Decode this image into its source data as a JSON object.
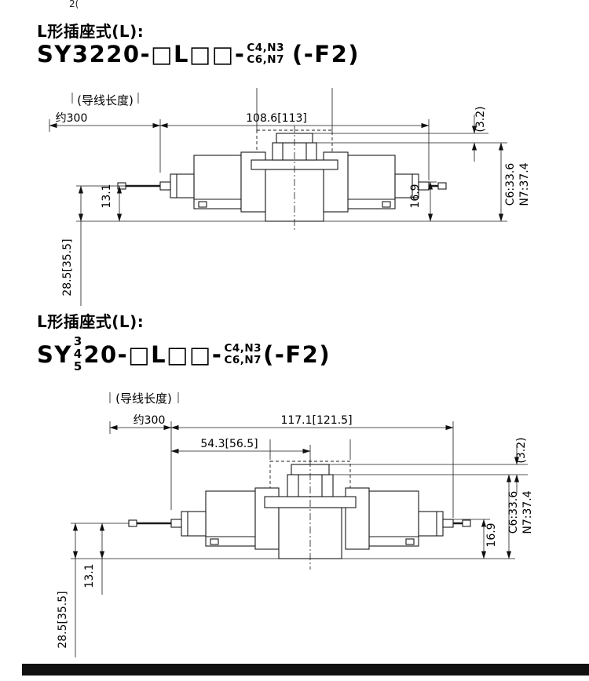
{
  "page": {
    "top_fragment": "2(",
    "background": "#ffffff",
    "footer_bar_color": "#111111"
  },
  "section1": {
    "heading": "L形插座式(L):",
    "model": {
      "prefix": "SY3220-□L□□-",
      "port_stack_top": "C4,N3",
      "port_stack_bottom": "C6,N7",
      "suffix": "(-F2)"
    },
    "drawing": {
      "lead_label": "(导线长度)",
      "lead_dim": "约300",
      "width_dim": "108.6[113]",
      "plate_dim": "(3.2)",
      "height_right_dim": "16.9",
      "fitting_c6_dim": "C6:33.6",
      "fitting_n7_dim": "N7:37.4",
      "height_left_dim": "13.1",
      "base_height_dim": "28.5[35.5]"
    }
  },
  "section2": {
    "heading": "L形插座式(L):",
    "model": {
      "prefix": "SY",
      "series_stack": [
        "3",
        "4",
        "5"
      ],
      "mid": "20-□L□□-",
      "port_stack_top": "C4,N3",
      "port_stack_bottom": "C6,N7",
      "suffix": "(-F2)"
    },
    "drawing": {
      "lead_label": "(导线长度)",
      "lead_dim": "约300",
      "width_dim": "117.1[121.5]",
      "half_width_dim": "54.3[56.5]",
      "plate_dim": "(3.2)",
      "height_right_dim": "16.9",
      "fitting_c6_dim": "C6:33.6",
      "fitting_n7_dim": "N7:37.4",
      "height_left_dim": "13.1",
      "base_height_dim": "28.5[35.5]"
    }
  }
}
